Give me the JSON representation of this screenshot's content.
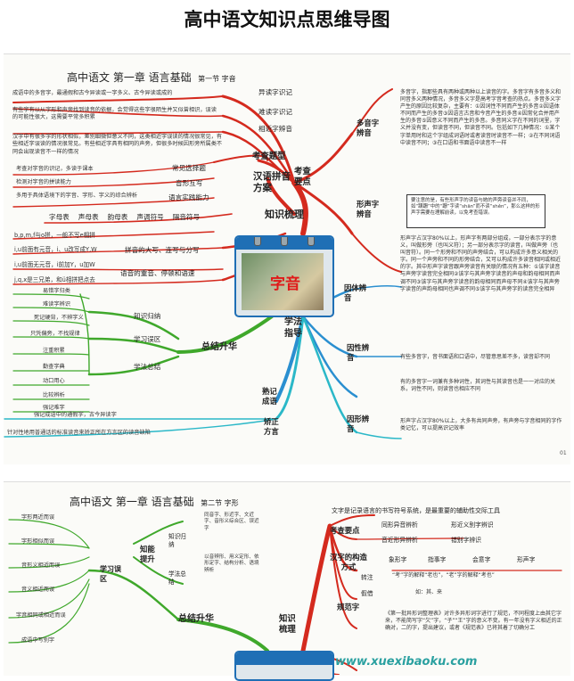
{
  "title": "高中语文知识点思维导图",
  "sheet1": {
    "header": "高中语文 第一章 语言基础",
    "section": "第一节 字音",
    "page_number": "01",
    "left_notes": [
      "成语中的多音字，最通假和古今异读或一字多义、古今异读或成的",
      "有些字有以从字形和声旁找到读音的依据，会觉得这些字很陌生并又似曾相识，误读的可能性很大，这需要平常多积累",
      "汉字中有很多字的形状相似，差别细微但意义不同，这类相近字误读的情况很常见，有些相近字误读的情况很常见。有些相近字具有相同的声旁，但很多时候因形旁所属类不同会出现读音不一样的情况"
    ],
    "right_labels": [
      "异读字识记",
      "难读字识记",
      "相近字辨音"
    ],
    "exam_type": "考查题型",
    "methods": [
      {
        "left": "考查对字音的识记，多读于课本",
        "right": "常见选择题"
      },
      {
        "left": "检测对字音的拼读能力",
        "right": "音形互写"
      },
      {
        "left": "多用于具体语境下的字音、字形、字义的综合辨析",
        "right": "语言实践能力"
      }
    ],
    "pinyin_scheme": "汉语拼音方案",
    "exam_points": "考查要点",
    "knowledge": "知识梳理",
    "pinyin_row": [
      "字母表",
      "声母表",
      "韵母表",
      "声调符号",
      "隔音符号"
    ],
    "spelling_rules": [
      "b,p,m,f与o拼，一般不写e相拼",
      "i,u前面有元音，i、u改写成Y,W",
      "i,u前面无元音，i前加Y，u加W",
      "j,q,x是三兄弟，和ü相拼把点去"
    ],
    "spelling_labels": [
      "拼音的大写、连写与分写",
      "语音的重音、停顿和语速"
    ],
    "polyphone": "多音字辨音",
    "polyphone_box": "多音字，指那些具有两种或两种以上读音的字。多音字有多音多义和同音多义两种情况，多音多义字是高考字音考查的热点。多音多义字产生的原因比较复杂，主要有：①因词性不同而产生的多音②因语体不同而产生的多音③因语言古音和今音产生的多音④因常化合并用产生的多音⑤因意义不同而产生的多音。多音同义字在不同的词里，字义并没有变，但读音不同，但读音不同。包括如下几种情况：①某个字单用时和这个字组成词语时或者读音时读音不一样；②在不同词语中读音不同；③在口语和书面语中读音不一样",
    "shape_sound": "形声字辨音",
    "shape_sound_note": "要注意的是，有些形声字的读音与她的声旁读音并不同，如“蹒跚”中的“跚”字读“shān”而不读“shěn”，那么这样的形声字需要在理解前读，以免考查错误。",
    "shape_sound_box": "形声字占汉字80%以上，形声字有两部分组成，一部分表示字的意义，叫做形旁（也叫义符）；另一部分表示字的读音，叫做声旁（也叫音符）。同一个形旁和不同的声旁结合，可以构成许多意义相关的字。同一个声旁和不同的形旁结合，又可以构成许多读音相同或相近的字。其中形声字读音跟声旁读音有关联的情况有五种：①该字读音与声旁字读音完全相同②该字与其声旁字读音的声母和韵母相同而声调不同③该字与其声旁字读音的韵母相同而声母不同④该字与其声旁字读音的声韵母相同也声调不同⑤该字与其声旁字的读音完全相异",
    "form_label": "因体辨音",
    "cause_label": "因性辨音",
    "cause_box": "有些多音字，音书面语和口语中，尽管意思差不多，读音却不同",
    "meaning_box": "有的多音字一词兼有多种词性，其词性与其读音也是一一对应的关系，词性不同，则读音也相应不同",
    "method_guide": "学法指导",
    "form_box": "形声字占汉字80%以上，大多有共同声旁，有声旁与字音相同的字作类记忆，可以提高识记效率",
    "form_sound": "因形辨音",
    "memory": "熟记成语",
    "fix_dialect": "矫正方言",
    "summary": "总结升华",
    "knowledge_return": "知识归纳",
    "learn_zone": "学习误区",
    "learn_summary": "学法总结",
    "left_items": [
      "易错字归类",
      "难读字辨识",
      "死记硬背，不辨字义",
      "只凭偏旁，不找规律",
      "注重积累",
      "勤查字典",
      "动口用心",
      "比较辨析",
      "强记难字"
    ],
    "bottom_notes": [
      "强记成语中的通假字，古今异读字",
      "针对性地用普通话的标准读音来矫正所在方言区的读音缺陷"
    ]
  },
  "sheet2": {
    "header": "高中语文 第一章 语言基础",
    "section": "第二节 字形",
    "top_line": "文字是记录语言的书写符号系统，是最重要的辅助性交际工具",
    "exam_points": "考查要点",
    "exam_items": [
      "同形异音辨析",
      "形近义别字辨识",
      "音近形异辨析",
      "错别字辨识"
    ],
    "structure": "汉字的构造方式",
    "structure_items": [
      "象形字",
      "指事字",
      "会意字",
      "形声字"
    ],
    "transfer": "转注",
    "transfer_note": "“考”字的解释“老也”，“老”字的解释“考也”",
    "borrow": "假借",
    "borrow_note": "如：其、来",
    "standard": "规范字",
    "standard_box": "《第一批异形词整理表》对许多异形词字进行了规范，不同程度上由其它字来，不能简写字“欠”字，“子”“王”字的意义不变。有一年没有字义相近的正确对，二的字，提出建议，或者《规范表》已将其着了切确分工",
    "knowledge": "知识梳理",
    "ability": "知能提升",
    "learn_zone": "学习误区",
    "summary": "总结升华",
    "knowledge_return": "知识归纳",
    "method_summary": "学法总结",
    "mid_notes": [
      "同音字、形近字、文近字、音形义综合区、误近字",
      "以音辨形、用义定形、依形定字、结构分析、语境辨析"
    ],
    "left_items": [
      "字形两近而误",
      "字形相似而误",
      "音形义相近而误",
      "音义相近而误",
      "字音相同或相近而误",
      "成语中写别字"
    ]
  },
  "watermark": "www.xuexibaoku.com",
  "calendar": {
    "word": "字音"
  },
  "colors": {
    "red": "#d42a1e",
    "green": "#3fa82b",
    "blue": "#2a8fd0",
    "cyan": "#2bb8c8",
    "darkred": "#8b1a12"
  }
}
